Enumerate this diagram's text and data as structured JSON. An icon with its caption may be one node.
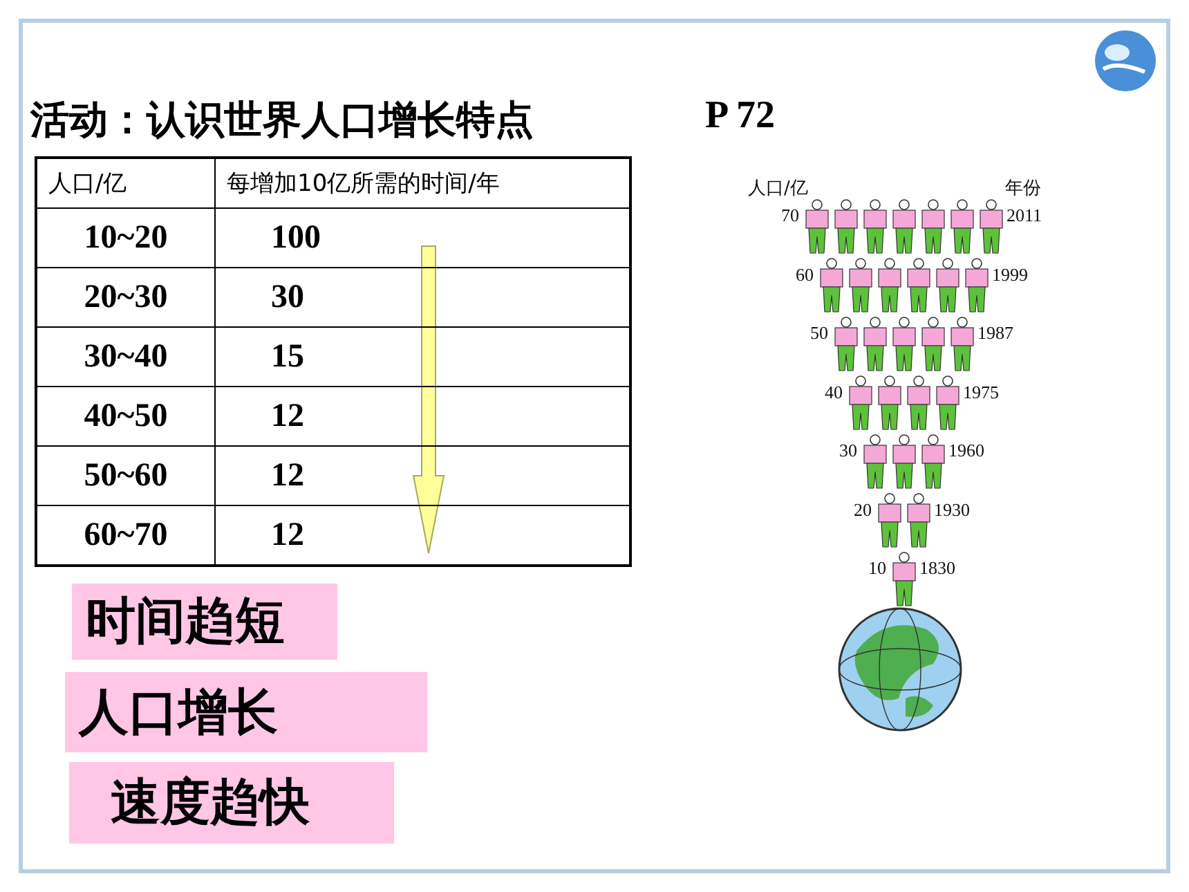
{
  "diagram": {
    "title": "活动：认识世界人口增长特点",
    "nodes": [
      {
        "text": [
          "时间趋短"
        ]
      },
      {
        "text": [
          "人口增长"
        ]
      },
      {
        "text": [
          "速度趋快"
        ]
      }
    ],
    "labels": [
      "P 72",
      "人口/亿",
      "每增加10亿所需的时间/年",
      "10~20",
      "100",
      "20~30",
      "30",
      "30~40",
      "15",
      "40~50",
      "12",
      "50~60",
      "12",
      "60~70",
      "12",
      "人口/亿",
      "年份",
      "70",
      "2011",
      "60",
      "1999",
      "50",
      "1987",
      "40",
      "1975",
      "30",
      "1960",
      "20",
      "1930",
      "10",
      "1830"
    ]
  }
}
